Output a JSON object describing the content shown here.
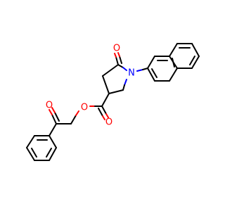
{
  "atoms": {
    "ketone_oxygen": {
      "label": "O",
      "color": "#ff0000"
    },
    "lactam_oxygen": {
      "label": "O",
      "color": "#ff0000"
    },
    "ester_carbonyl_oxygen": {
      "label": "O",
      "color": "#ff0000"
    },
    "ester_bridge_oxygen": {
      "label": "O",
      "color": "#ff0000"
    },
    "ring_nitrogen": {
      "label": "N",
      "color": "#0000ff"
    }
  }
}
